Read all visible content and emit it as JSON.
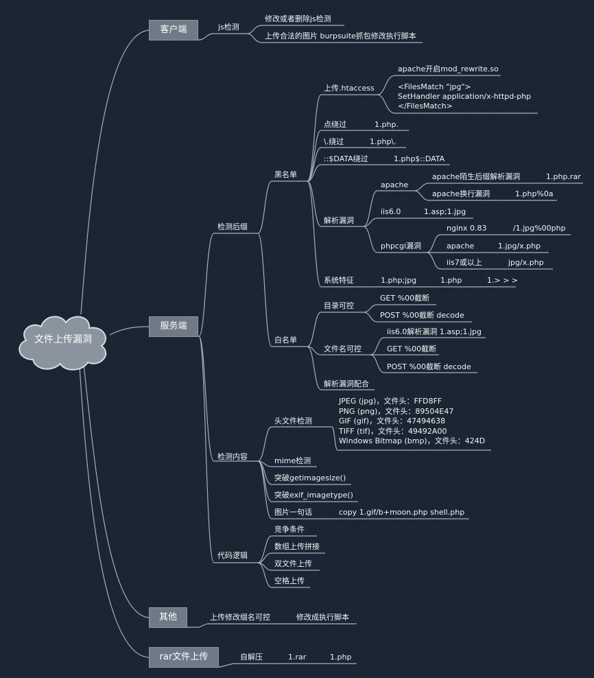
{
  "root": "文件上传漏洞",
  "main": {
    "client": "客户端",
    "server": "服务端",
    "other": "其他",
    "rar": "rar文件上传"
  },
  "client": {
    "js": "js检测",
    "js_1": "修改或者删除js检测",
    "js_2": "上传合法的图片 burpsuite抓包修改执行脚本"
  },
  "server": {
    "suffix": "检测后缀",
    "blacklist": "黑名单",
    "htaccess": "上传.htaccess",
    "htaccess_1": "apache开启mod_rewrite.so",
    "htaccess_2": "<FilesMatch \"jpg\">\nSetHandler application/x-httpd-php\n</FilesMatch>",
    "dot": "点绕过",
    "dot_v": "1.php.",
    "backslash": "\\.绕过",
    "backslash_v": "1.php\\.",
    "data": "::$DATA绕过",
    "data_v": "1.php$::DATA",
    "parse": "解析漏洞",
    "apache": "apache",
    "apache_1": "apache陌生后缀解析漏洞",
    "apache_1v": "1.php.rar",
    "apache_2": "apache换行漏洞",
    "apache_2v": "1.php%0a",
    "iis6": "iis6.0",
    "iis6_v": "1.asp;1.jpg",
    "phpcgi": "phpcgi漏洞",
    "nginx": "nginx 0.83",
    "nginx_v": "/1.jpg%00php",
    "apache3": "apache",
    "apache3_v": "1.jpg/x.php",
    "iis7": "iis7或以上",
    "iis7_v": "jpg/x.php",
    "sys": "系统特征",
    "sys_1": "1.php;jpg",
    "sys_2": "1.php",
    "sys_3": "1.> > >",
    "whitelist": "白名单",
    "dir": "目录可控",
    "dir_1": "GET %00截断",
    "dir_2": "POST %00截断 decode",
    "fname": "文件名可控",
    "fname_1": "iis6.0解析漏洞 1.asp;1.jpg",
    "fname_2": "GET %00截断",
    "fname_3": "POST %00截断 decode",
    "combo": "解析漏洞配合",
    "content": "检测内容",
    "header": "头文件检测",
    "header_list": "JPEG (jpg)，文件头：FFD8FF\nPNG (png)，文件头：89504E47\nGIF (gif)，文件头：47494638\nTIFF (tif)，文件头：49492A00\nWindows Bitmap (bmp)，文件头：424D",
    "mime": "mime检测",
    "getimagesize": "突破getimagesize()",
    "exif": "突破exif_imagetype()",
    "imgword": "图片一句话",
    "imgword_v": "copy 1.gif/b+moon.php shell.php",
    "logic": "代码逻辑",
    "race": "竞争条件",
    "array": "数组上传拼接",
    "double": "双文件上传",
    "space": "空格上传"
  },
  "other": {
    "o1": "上传修改缀名可控",
    "o2": "修改成执行脚本"
  },
  "rar": {
    "r1": "自解压",
    "r2": "1.rar",
    "r3": "1.php"
  },
  "colors": {
    "background": "#1b2634",
    "line": "#9fb2c4",
    "box": "#6f7a86",
    "cloud": "#8a949e"
  }
}
